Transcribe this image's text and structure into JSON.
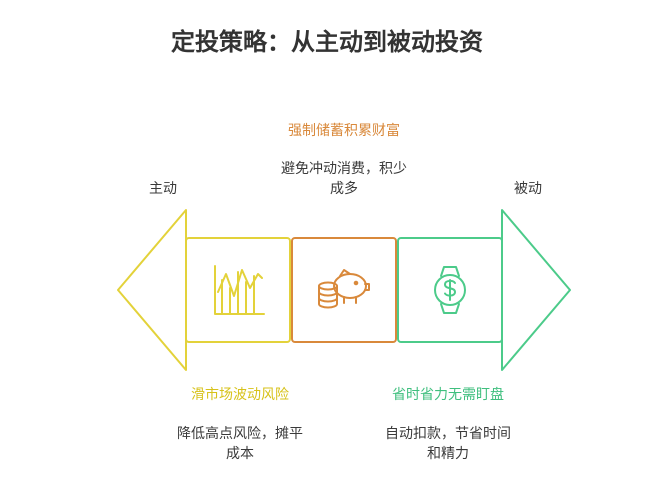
{
  "title": "定投策略：从主动到被动投资",
  "ends": {
    "left": "主动",
    "right": "被动"
  },
  "colors": {
    "yellow": "#E3D23A",
    "orange": "#D9893B",
    "green": "#4CCB8A",
    "text": "#3a3a3a"
  },
  "stages": [
    {
      "title": "滑市场波动风险",
      "desc_lines": [
        "降低高点风险，摊平",
        "成本"
      ],
      "icon": "chart-icon"
    },
    {
      "title": "强制储蓄积累财富",
      "desc_lines": [
        "避免冲动消费，积少",
        "成多"
      ],
      "icon": "piggy-bank-icon"
    },
    {
      "title": "省时省力无需盯盘",
      "desc_lines": [
        "自动扣款，节省时间",
        "和精力"
      ],
      "icon": "watch-icon"
    }
  ]
}
